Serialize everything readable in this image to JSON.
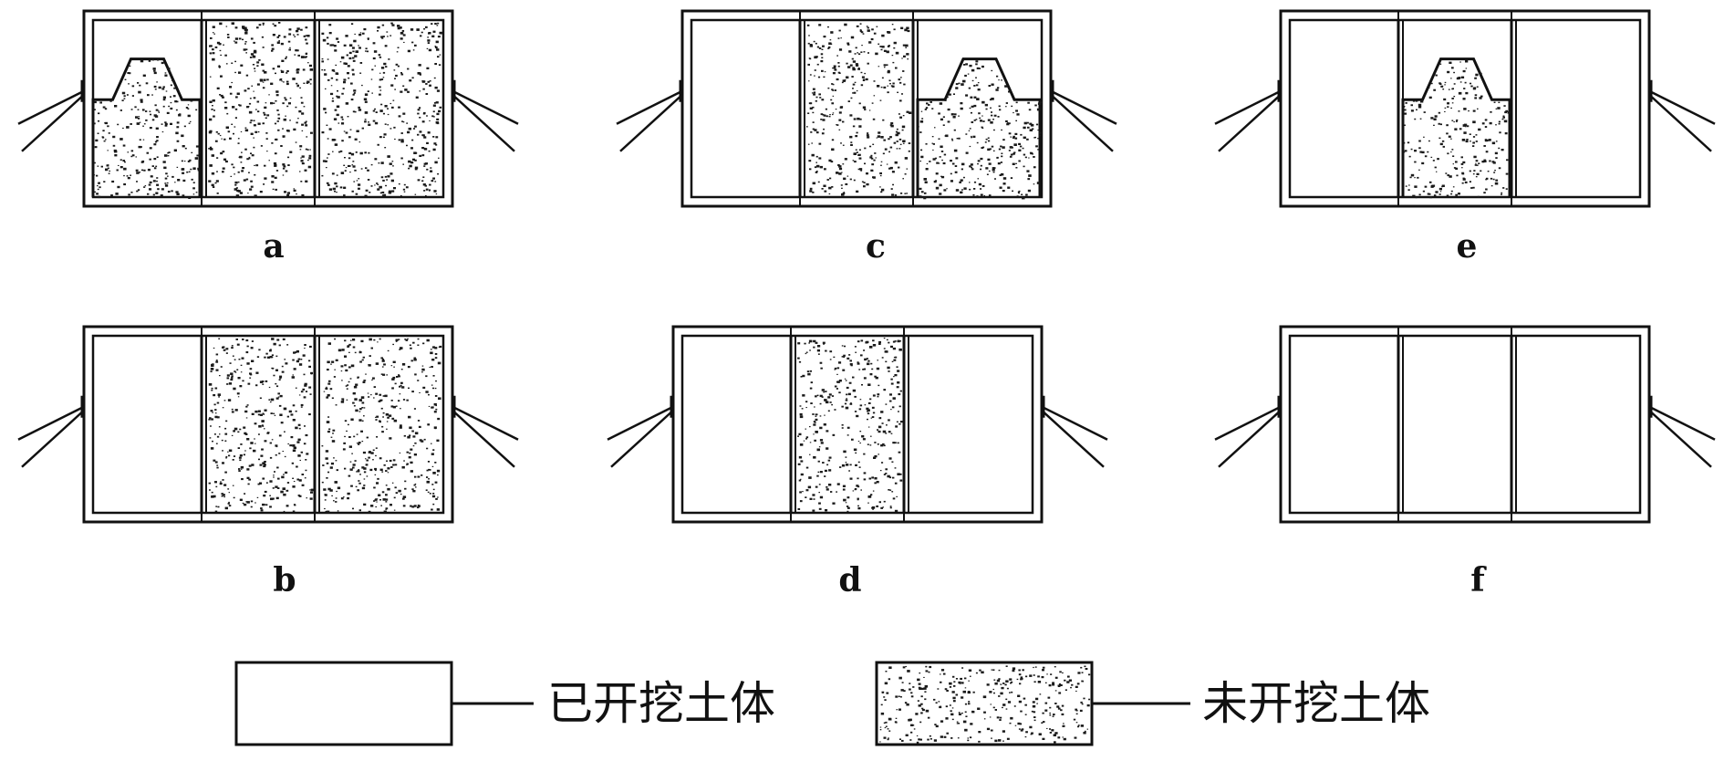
{
  "colors": {
    "ink": "#111111",
    "paper": "#ffffff",
    "soil_dots": "#1a1a1a"
  },
  "panels": [
    {
      "label": "a",
      "cells": [
        "berm",
        "soil",
        "soil"
      ],
      "berm_side": "left"
    },
    {
      "label": "b",
      "cells": [
        "empty",
        "soil",
        "soil"
      ]
    },
    {
      "label": "c",
      "cells": [
        "empty",
        "soil",
        "berm"
      ],
      "berm_side": "right"
    },
    {
      "label": "d",
      "cells": [
        "empty",
        "soil",
        "empty"
      ]
    },
    {
      "label": "e",
      "cells": [
        "empty",
        "berm",
        "empty"
      ],
      "berm_side": "center"
    },
    {
      "label": "f",
      "cells": [
        "empty",
        "empty",
        "empty"
      ]
    }
  ],
  "legend": {
    "excavated": {
      "label": "已开挖土体",
      "fill": "empty"
    },
    "unexcavated": {
      "label": "未开挖土体",
      "fill": "soil"
    }
  }
}
